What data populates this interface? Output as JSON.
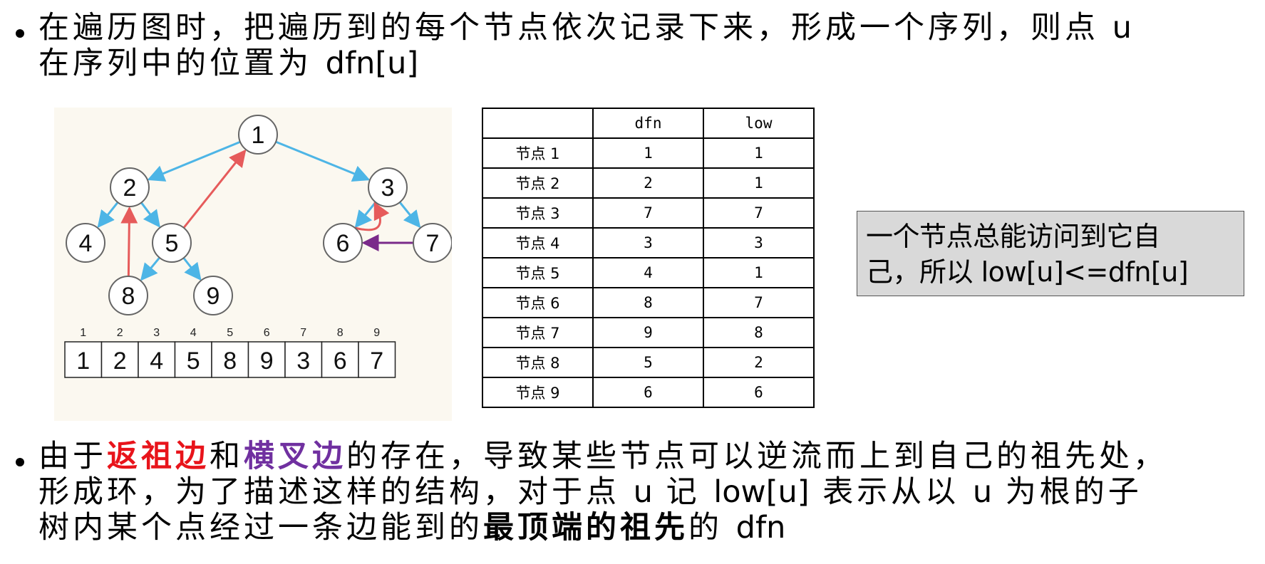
{
  "bullet1": {
    "line1": "在遍历图时，把遍历到的每个节点依次记录下来，形成一个序列，则点",
    "u": "u",
    "line2": "在序列中的位置为",
    "dfn_u": "dfn[u]"
  },
  "graph": {
    "nodes": [
      {
        "id": "1",
        "label": "1"
      },
      {
        "id": "2",
        "label": "2"
      },
      {
        "id": "3",
        "label": "3"
      },
      {
        "id": "4",
        "label": "4"
      },
      {
        "id": "5",
        "label": "5"
      },
      {
        "id": "6",
        "label": "6"
      },
      {
        "id": "7",
        "label": "7"
      },
      {
        "id": "8",
        "label": "8"
      },
      {
        "id": "9",
        "label": "9"
      }
    ],
    "edges": [
      {
        "from": "1",
        "to": "2",
        "kind": "tree"
      },
      {
        "from": "1",
        "to": "3",
        "kind": "tree"
      },
      {
        "from": "2",
        "to": "4",
        "kind": "tree"
      },
      {
        "from": "2",
        "to": "5",
        "kind": "tree"
      },
      {
        "from": "5",
        "to": "8",
        "kind": "tree"
      },
      {
        "from": "5",
        "to": "9",
        "kind": "tree"
      },
      {
        "from": "3",
        "to": "6",
        "kind": "tree"
      },
      {
        "from": "3",
        "to": "7",
        "kind": "tree"
      },
      {
        "from": "5",
        "to": "1",
        "kind": "back"
      },
      {
        "from": "8",
        "to": "2",
        "kind": "back"
      },
      {
        "from": "6",
        "to": "3",
        "kind": "back"
      },
      {
        "from": "7",
        "to": "6",
        "kind": "cross"
      }
    ],
    "colors": {
      "tree": "#4db5e6",
      "back": "#e65b5b",
      "cross": "#7a2a8a"
    },
    "sequence": {
      "indices": [
        "1",
        "2",
        "3",
        "4",
        "5",
        "6",
        "7",
        "8",
        "9"
      ],
      "values": [
        "1",
        "2",
        "4",
        "5",
        "8",
        "9",
        "3",
        "6",
        "7"
      ]
    }
  },
  "table": {
    "headers": [
      "",
      "dfn",
      "low"
    ],
    "rows": [
      [
        "节点 1",
        "1",
        "1"
      ],
      [
        "节点 2",
        "2",
        "1"
      ],
      [
        "节点 3",
        "7",
        "7"
      ],
      [
        "节点 4",
        "3",
        "3"
      ],
      [
        "节点 5",
        "4",
        "1"
      ],
      [
        "节点 6",
        "8",
        "7"
      ],
      [
        "节点 7",
        "9",
        "8"
      ],
      [
        "节点 8",
        "5",
        "2"
      ],
      [
        "节点 9",
        "6",
        "6"
      ]
    ]
  },
  "note": {
    "line1": "一个节点总能访问到它自",
    "line2": "己，所以 low[u]<=dfn[u]"
  },
  "bullet2": {
    "p1": "由于",
    "back_edge": "返祖边",
    "p2": "和",
    "cross_edge": "横叉边",
    "p3": "的存在，导致某些节点可以逆流而上到自己的祖先处，",
    "p4": "形成环，为了描述这样的结构，对于点",
    "u1": "u",
    "p5": "记",
    "low_u": "low[u]",
    "p6": "表示从以",
    "u2": "u",
    "p7": "为根的子",
    "p8": "树内某个点经过一条边能到的",
    "emph": "最顶端的祖先",
    "p9": "的",
    "dfn": "dfn"
  }
}
